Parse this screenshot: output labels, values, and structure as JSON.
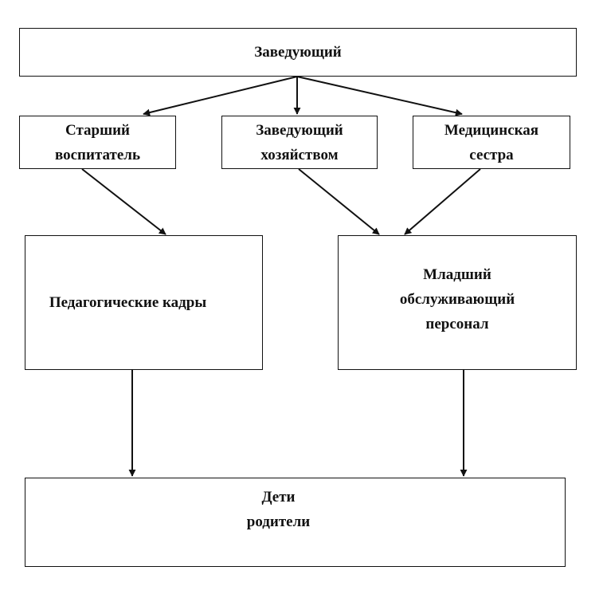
{
  "diagram": {
    "nodes": {
      "head": "Заведующий",
      "senior_teacher": "Старший\nвоспитатель",
      "supply_manager": "Заведующий\nхозяйством",
      "nurse": "Медицинская\nсестра",
      "teaching_staff": "Педагогические кадры",
      "junior_staff": "Младший\nобслуживающий\nперсонал",
      "children_parents": "Дети\nродители"
    },
    "edges": [
      [
        "head",
        "senior_teacher"
      ],
      [
        "head",
        "supply_manager"
      ],
      [
        "head",
        "nurse"
      ],
      [
        "senior_teacher",
        "teaching_staff"
      ],
      [
        "supply_manager",
        "junior_staff"
      ],
      [
        "nurse",
        "junior_staff"
      ],
      [
        "teaching_staff",
        "children_parents"
      ],
      [
        "junior_staff",
        "children_parents"
      ]
    ],
    "colors": {
      "line": "#111111",
      "box_fill": "#ffffff",
      "text": "#111111"
    }
  }
}
